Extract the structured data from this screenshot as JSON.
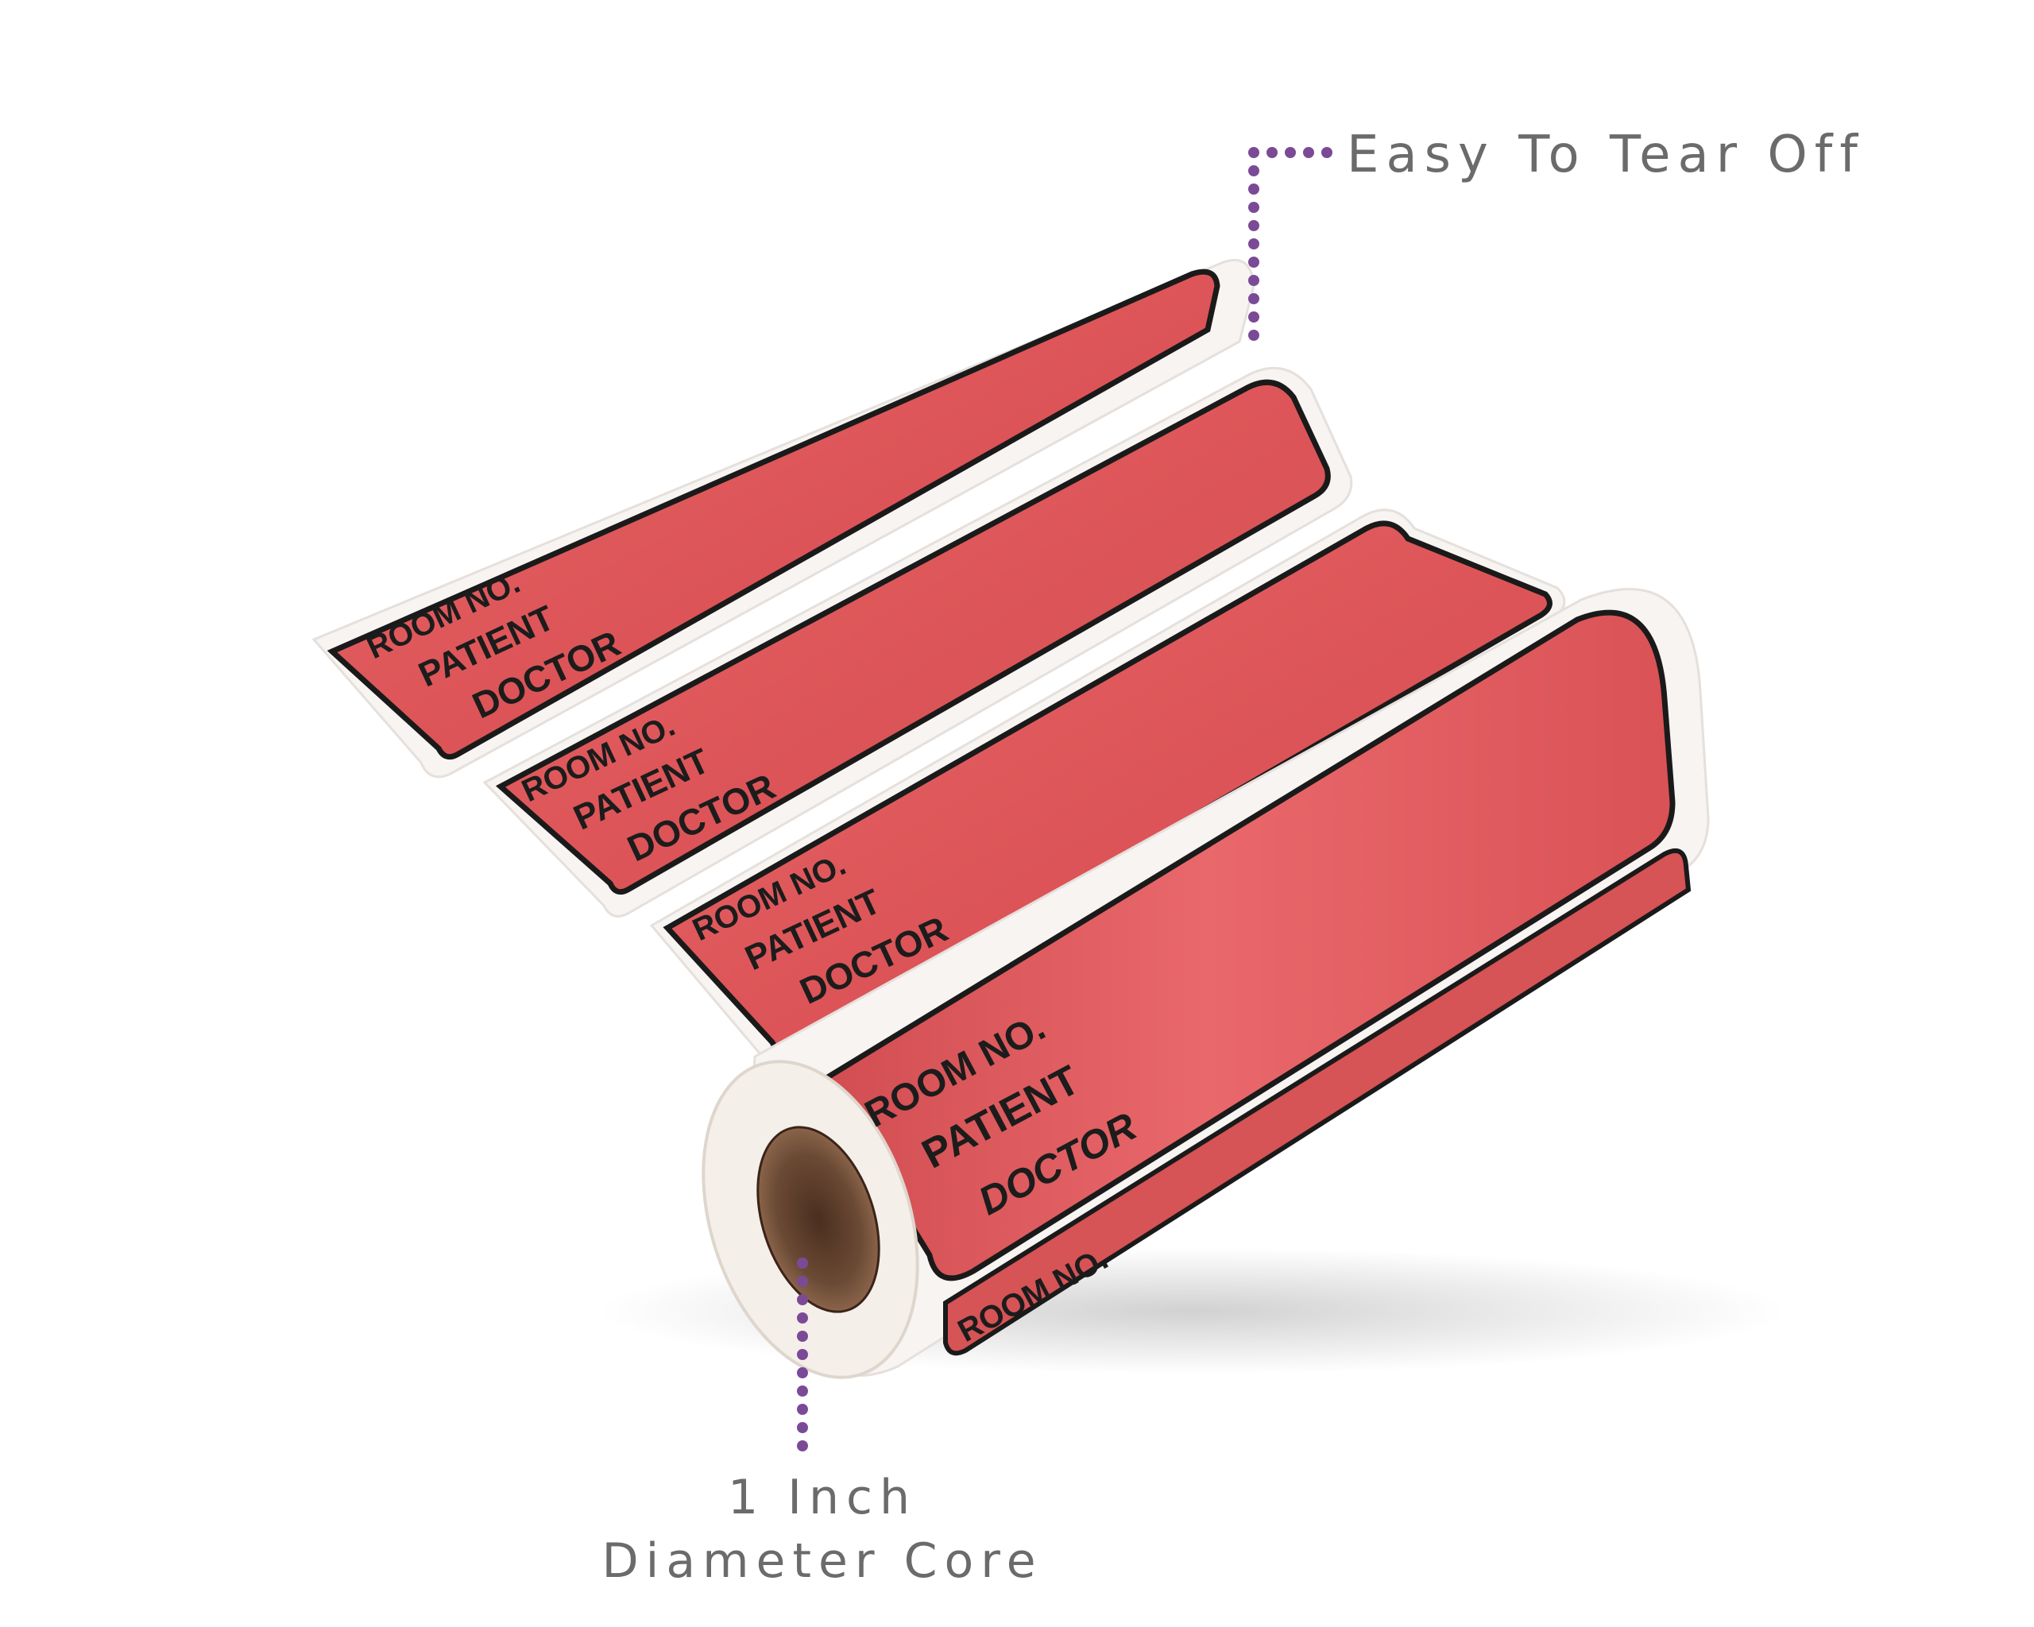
{
  "callouts": {
    "tear_off": "Easy To Tear Off",
    "core_line1": "1 Inch",
    "core_line2": "Diameter Core"
  },
  "label": {
    "room": "ROOM NO.",
    "patient": "PATIENT",
    "doctor": "DOCTOR"
  },
  "colors": {
    "label_red": "#e0595c",
    "label_border": "#1a1a1a",
    "backing": "#f7f4f2",
    "core_brown": "#6b4a35",
    "callout_dots": "#7b4a96",
    "callout_text": "#6b6b6b"
  }
}
